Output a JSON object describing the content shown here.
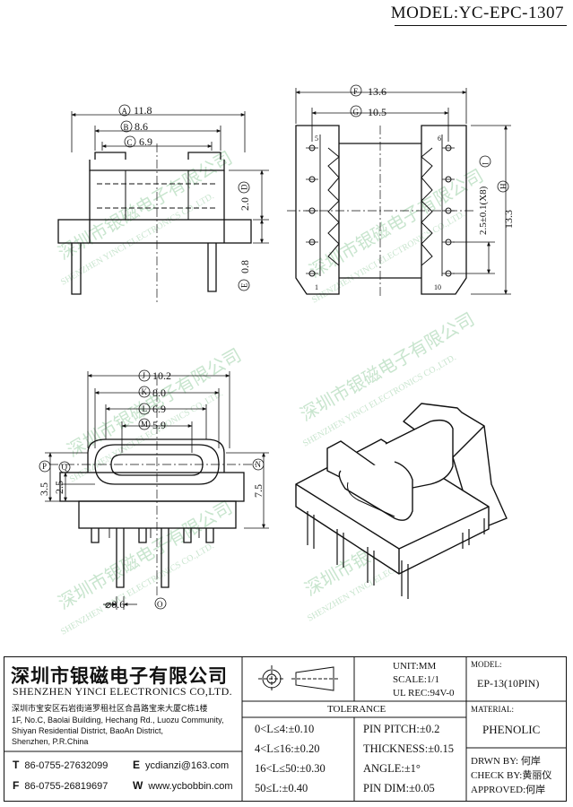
{
  "header": {
    "model": "MODEL:YC-EPC-1307"
  },
  "views": {
    "front": {
      "a": "11.8",
      "b": "8.6",
      "c": "6.9",
      "d": "2.0",
      "e": "0.8",
      "a_tag": "A",
      "b_tag": "B",
      "c_tag": "C",
      "d_tag": "D",
      "e_tag": "E"
    },
    "top": {
      "f": "13.6",
      "g": "10.5",
      "i": "2.5±0.1(X8)",
      "h": "13.3",
      "f_tag": "F",
      "g_tag": "G",
      "i_tag": "I",
      "h_tag": "H",
      "pins": [
        "5",
        "6",
        "1",
        "10"
      ]
    },
    "side": {
      "j": "10.2",
      "k": "8.0",
      "l": "6.9",
      "m": "5.9",
      "p": "3.5",
      "q": "2.5",
      "n": "7.5",
      "o": "⌀0.6",
      "j_tag": "J",
      "k_tag": "K",
      "l_tag": "L",
      "m_tag": "M",
      "p_tag": "P",
      "q_tag": "Q",
      "n_tag": "N",
      "o_tag": "O"
    }
  },
  "watermark": {
    "cn": "深圳市银磁电子有限公司",
    "en": "SHENZHEN YINCI ELECTRONICS CO.,LTD."
  },
  "title_block": {
    "company_cn": "深圳市银磁电子有限公司",
    "company_en": "SHENZHEN YINCI ELECTRONICS CO,LTD.",
    "address_cn": "深圳市宝安区石岩街道罗租社区合昌路宝来大厦C栋1楼",
    "address_en": [
      "1F, No.C, Baolai Building, Hechang Rd., Luozu Community,",
      "Shiyan Residential District, BaoAn District,",
      "Shenzhen, P.R.China"
    ],
    "tel_label": "T",
    "tel": "86-0755-27632099",
    "fax_label": "F",
    "fax": "86-0755-26819697",
    "email_label": "E",
    "email": "ycdianzi@163.com",
    "web_label": "W",
    "web": "www.ycbobbin.com",
    "unit": "UNIT:MM",
    "scale": "SCALE:1/1",
    "ul": "UL REC:94V-0",
    "tolerance_title": "TOLERANCE",
    "tolerance_left": [
      "0<L≤4:±0.10",
      "4<L≤16:±0.20",
      "16<L≤50:±0.30",
      "50≤L:±0.40"
    ],
    "tolerance_right": [
      "PIN PITCH:±0.2",
      "THICKNESS:±0.15",
      "ANGLE:±1°",
      "PIN DIM:±0.05"
    ],
    "model_label": "MODEL:",
    "model_value": "EP-13(10PIN)",
    "material_label": "MATERIAL:",
    "material_value": "PHENOLIC",
    "drawn": "DRWN BY: 何岸",
    "check": "CHECK BY:黄丽仪",
    "approved": "APPROVED:何岸"
  }
}
